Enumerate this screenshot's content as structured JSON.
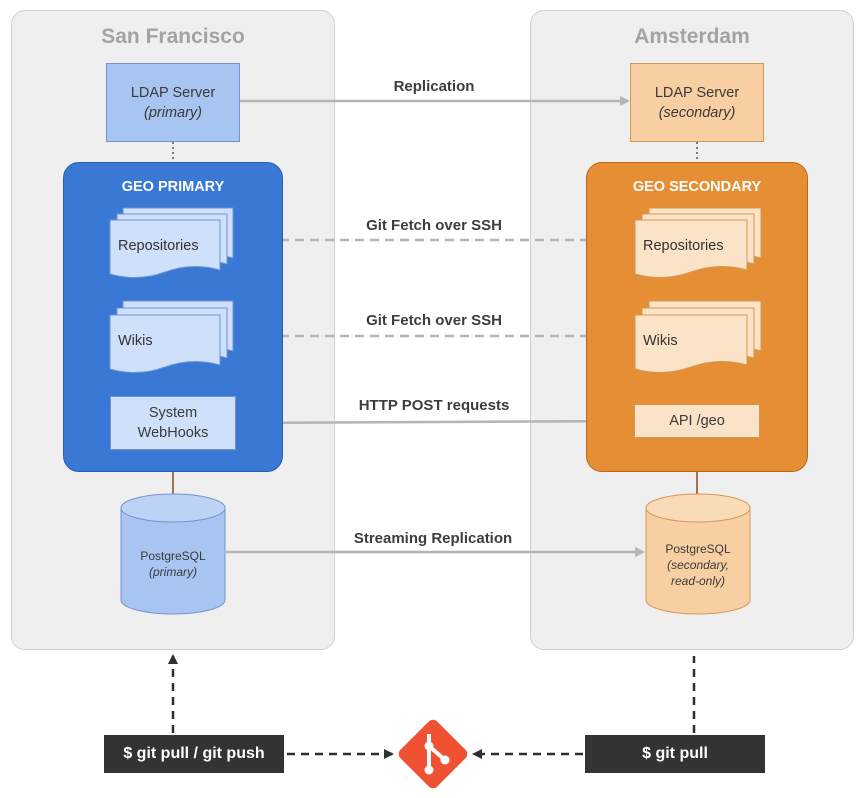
{
  "sites": {
    "left": {
      "title": "San Francisco"
    },
    "right": {
      "title": "Amsterdam"
    }
  },
  "ldap": {
    "primary": {
      "label": "LDAP Server",
      "sub": "(primary)"
    },
    "secondary": {
      "label": "LDAP Server",
      "sub": "(secondary)"
    }
  },
  "geo": {
    "primary": {
      "title": "GEO PRIMARY",
      "repos": "Repositories",
      "wikis": "Wikis",
      "webhooks_line1": "System",
      "webhooks_line2": "WebHooks"
    },
    "secondary": {
      "title": "GEO SECONDARY",
      "repos": "Repositories",
      "wikis": "Wikis",
      "api": "API /geo"
    }
  },
  "db": {
    "primary": {
      "label": "PostgreSQL",
      "sub": "(primary)"
    },
    "secondary": {
      "label": "PostgreSQL",
      "sub1": "(secondary,",
      "sub2": "read-only)"
    }
  },
  "arrows": {
    "replication": "Replication",
    "git_fetch_repos": "Git Fetch over SSH",
    "git_fetch_wikis": "Git Fetch over SSH",
    "http_post": "HTTP POST requests",
    "streaming": "Streaming Replication"
  },
  "commands": {
    "left": "$ git pull / git push",
    "right": "$ git pull"
  },
  "icons": {
    "git_logo": "git-logo-icon"
  },
  "colors": {
    "primary_blue": "#3a78d6",
    "light_blue": "#a8c5f2",
    "secondary_orange": "#e68e33",
    "light_orange": "#f8cfa2",
    "git_red": "#f05133"
  }
}
